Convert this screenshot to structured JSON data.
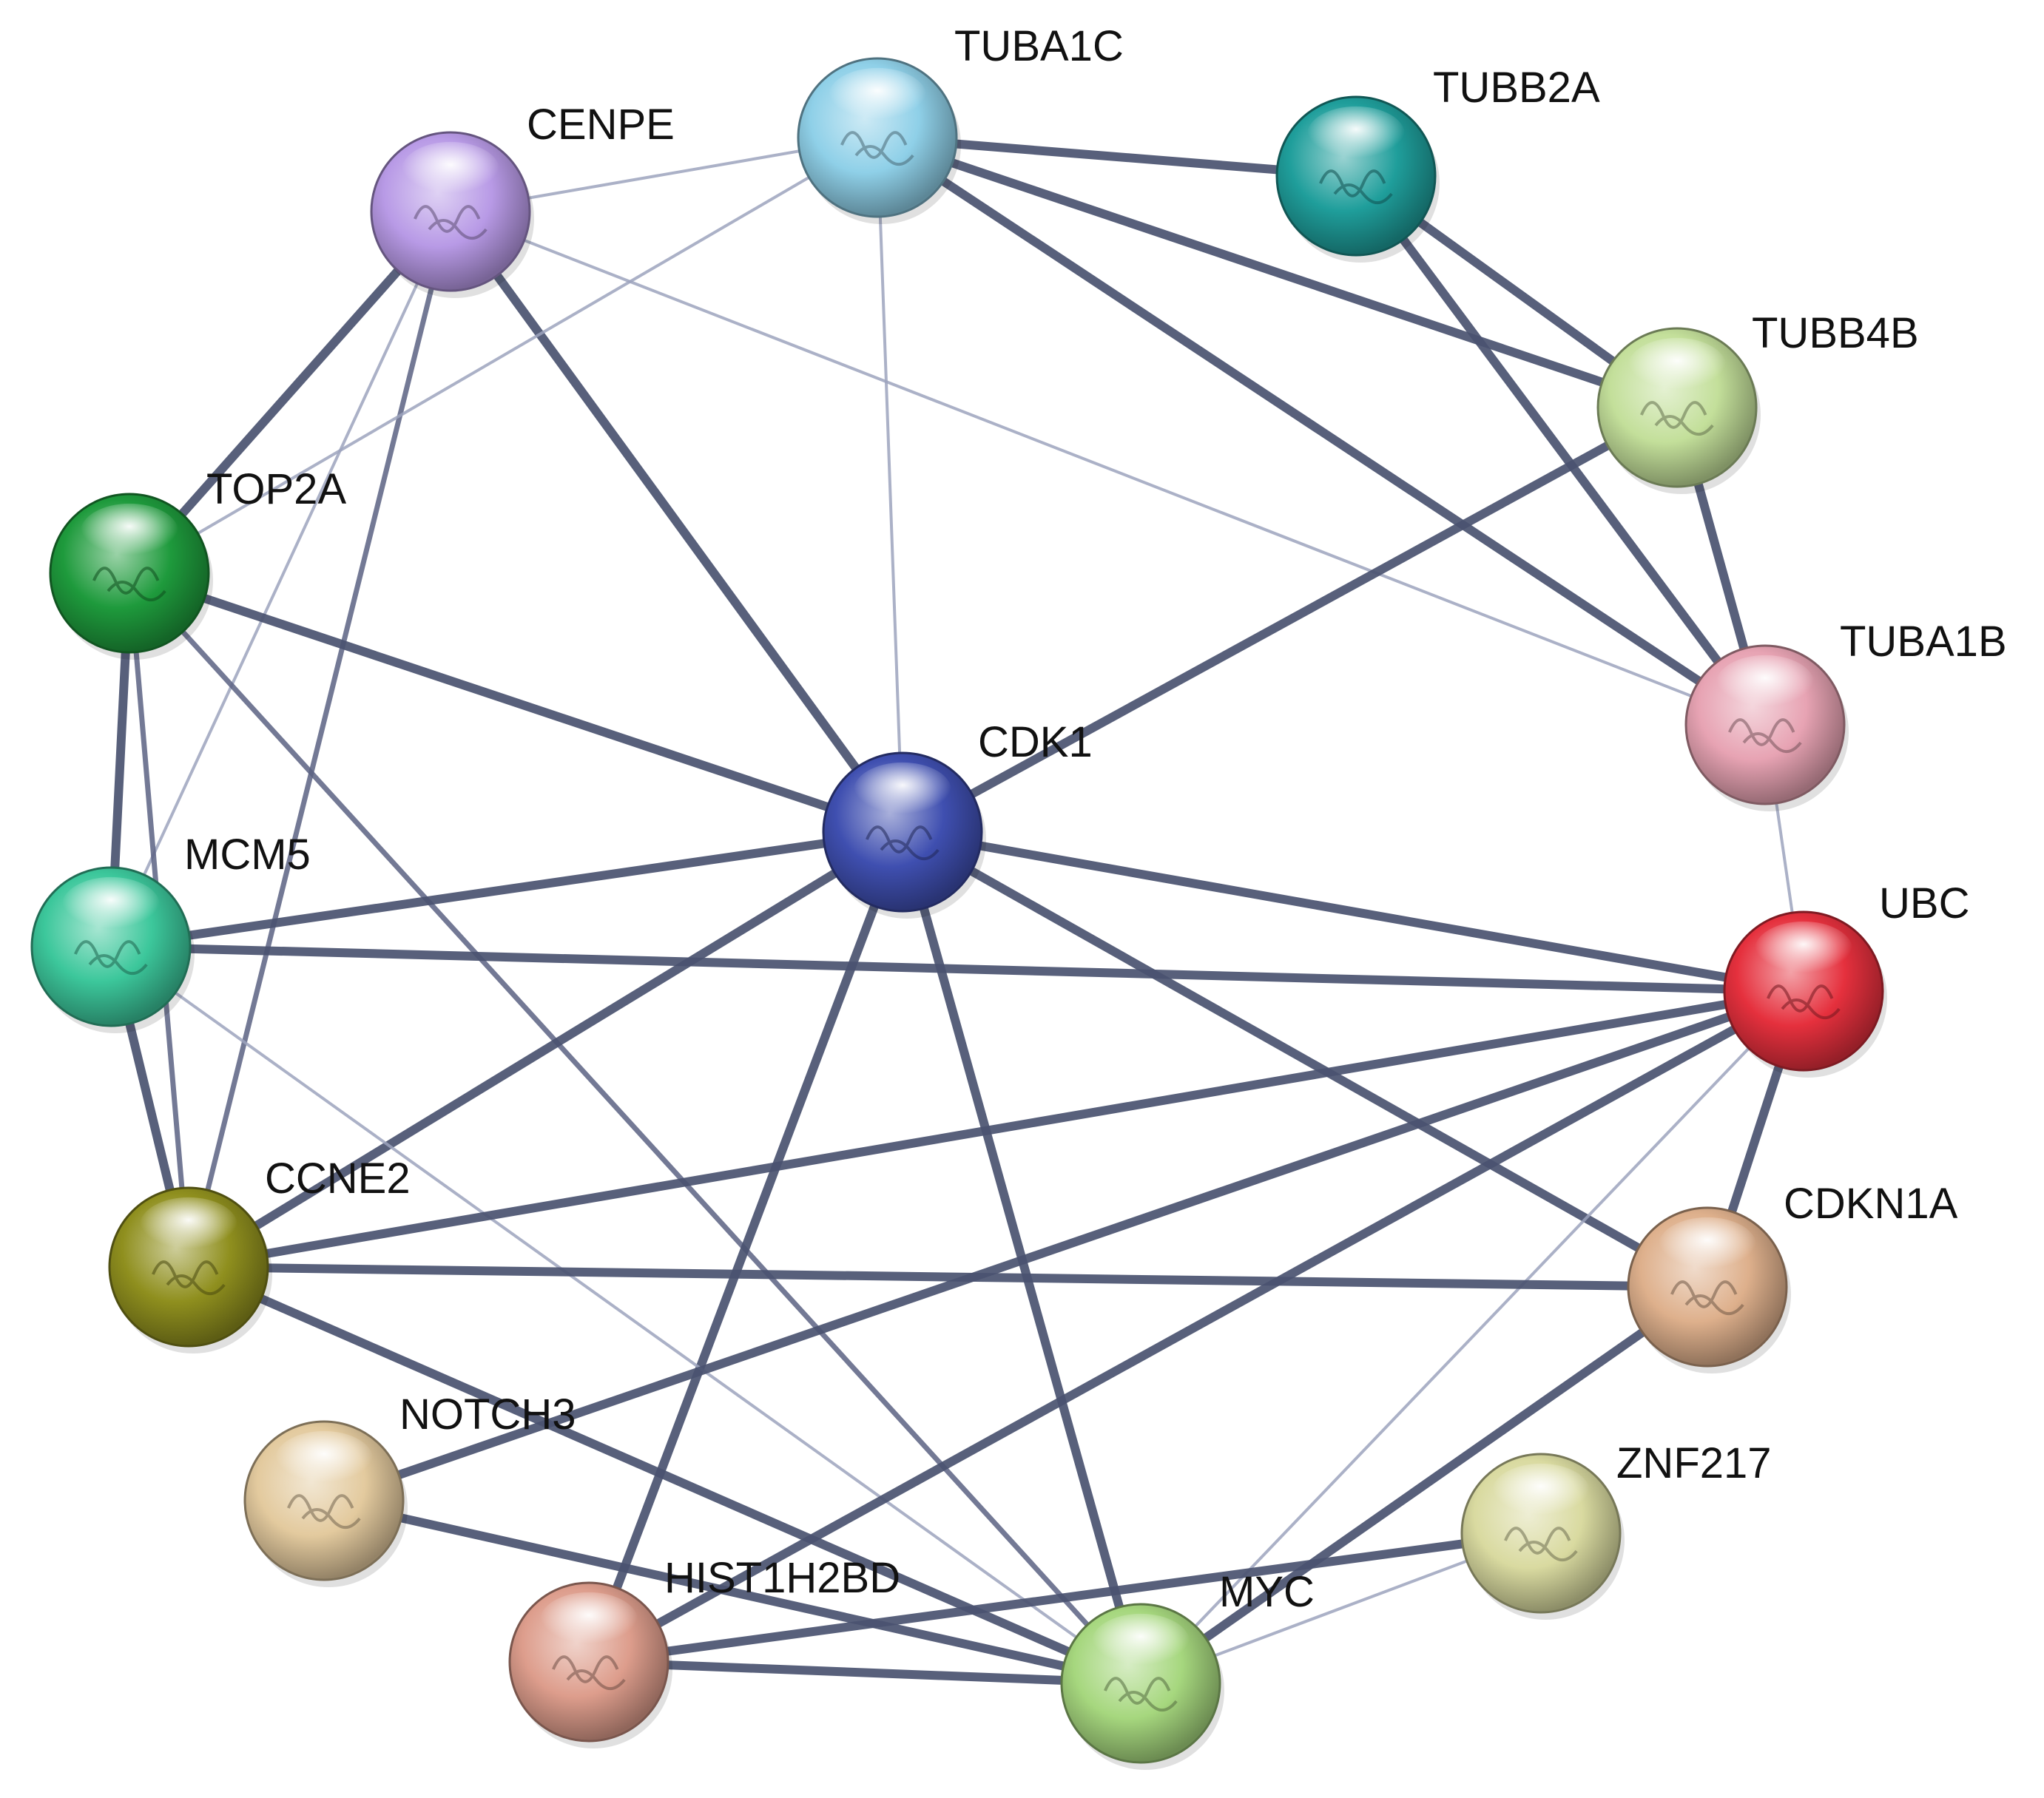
{
  "nodes": [
    {
      "id": "CENPE",
      "label": "CENPE",
      "color": "#b89ae6"
    },
    {
      "id": "TUBA1C",
      "label": "TUBA1C",
      "color": "#8fd0e8"
    },
    {
      "id": "TUBB2A",
      "label": "TUBB2A",
      "color": "#1f9e9b"
    },
    {
      "id": "TUBB4B",
      "label": "TUBB4B",
      "color": "#c3df9a"
    },
    {
      "id": "TOP2A",
      "label": "TOP2A",
      "color": "#1e9a3c"
    },
    {
      "id": "TUBA1B",
      "label": "TUBA1B",
      "color": "#e7a3b3"
    },
    {
      "id": "CDK1",
      "label": "CDK1",
      "color": "#3f4fb0"
    },
    {
      "id": "MCM5",
      "label": "MCM5",
      "color": "#3cc79b"
    },
    {
      "id": "UBC",
      "label": "UBC",
      "color": "#e5303d"
    },
    {
      "id": "CCNE2",
      "label": "CCNE2",
      "color": "#8f8f1e"
    },
    {
      "id": "CDKN1A",
      "label": "CDKN1A",
      "color": "#deb08c"
    },
    {
      "id": "NOTCH3",
      "label": "NOTCH3",
      "color": "#e3ca9e"
    },
    {
      "id": "ZNF217",
      "label": "ZNF217",
      "color": "#d9daa0"
    },
    {
      "id": "HIST1H2BD",
      "label": "HIST1H2BD",
      "color": "#dd9d8c"
    },
    {
      "id": "MYC",
      "label": "MYC",
      "color": "#a6d77e"
    }
  ],
  "edges": [
    {
      "source": "CENPE",
      "target": "TUBA1C",
      "strength": "weak"
    },
    {
      "source": "CENPE",
      "target": "TOP2A",
      "strength": "strong"
    },
    {
      "source": "CENPE",
      "target": "CDK1",
      "strength": "strong"
    },
    {
      "source": "CENPE",
      "target": "TUBA1B",
      "strength": "weak"
    },
    {
      "source": "CENPE",
      "target": "MCM5",
      "strength": "weak"
    },
    {
      "source": "CENPE",
      "target": "CCNE2",
      "strength": "medium"
    },
    {
      "source": "TUBA1C",
      "target": "TUBB2A",
      "strength": "strong"
    },
    {
      "source": "TUBA1C",
      "target": "TUBB4B",
      "strength": "strong"
    },
    {
      "source": "TUBA1C",
      "target": "TUBA1B",
      "strength": "strong"
    },
    {
      "source": "TUBA1C",
      "target": "CDK1",
      "strength": "weak"
    },
    {
      "source": "TUBA1C",
      "target": "TOP2A",
      "strength": "weak"
    },
    {
      "source": "TUBB2A",
      "target": "TUBB4B",
      "strength": "strong"
    },
    {
      "source": "TUBB2A",
      "target": "TUBA1B",
      "strength": "strong"
    },
    {
      "source": "TUBB4B",
      "target": "TUBA1B",
      "strength": "strong"
    },
    {
      "source": "TUBB4B",
      "target": "CDK1",
      "strength": "strong"
    },
    {
      "source": "TUBA1B",
      "target": "UBC",
      "strength": "weak"
    },
    {
      "source": "TOP2A",
      "target": "CDK1",
      "strength": "strong"
    },
    {
      "source": "TOP2A",
      "target": "MCM5",
      "strength": "strong"
    },
    {
      "source": "TOP2A",
      "target": "CCNE2",
      "strength": "medium"
    },
    {
      "source": "TOP2A",
      "target": "MYC",
      "strength": "medium"
    },
    {
      "source": "CDK1",
      "target": "MCM5",
      "strength": "strong"
    },
    {
      "source": "CDK1",
      "target": "UBC",
      "strength": "strong"
    },
    {
      "source": "CDK1",
      "target": "CCNE2",
      "strength": "strong"
    },
    {
      "source": "CDK1",
      "target": "CDKN1A",
      "strength": "strong"
    },
    {
      "source": "CDK1",
      "target": "HIST1H2BD",
      "strength": "strong"
    },
    {
      "source": "CDK1",
      "target": "MYC",
      "strength": "strong"
    },
    {
      "source": "MCM5",
      "target": "UBC",
      "strength": "strong"
    },
    {
      "source": "MCM5",
      "target": "CCNE2",
      "strength": "strong"
    },
    {
      "source": "MCM5",
      "target": "MYC",
      "strength": "weak"
    },
    {
      "source": "UBC",
      "target": "CCNE2",
      "strength": "strong"
    },
    {
      "source": "UBC",
      "target": "CDKN1A",
      "strength": "strong"
    },
    {
      "source": "UBC",
      "target": "NOTCH3",
      "strength": "strong"
    },
    {
      "source": "UBC",
      "target": "HIST1H2BD",
      "strength": "strong"
    },
    {
      "source": "UBC",
      "target": "MYC",
      "strength": "weak"
    },
    {
      "source": "CCNE2",
      "target": "CDKN1A",
      "strength": "strong"
    },
    {
      "source": "CCNE2",
      "target": "MYC",
      "strength": "strong"
    },
    {
      "source": "CDKN1A",
      "target": "MYC",
      "strength": "strong"
    },
    {
      "source": "NOTCH3",
      "target": "MYC",
      "strength": "strong"
    },
    {
      "source": "ZNF217",
      "target": "MYC",
      "strength": "weak"
    },
    {
      "source": "ZNF217",
      "target": "HIST1H2BD",
      "strength": "strong"
    },
    {
      "source": "HIST1H2BD",
      "target": "MYC",
      "strength": "strong"
    }
  ]
}
